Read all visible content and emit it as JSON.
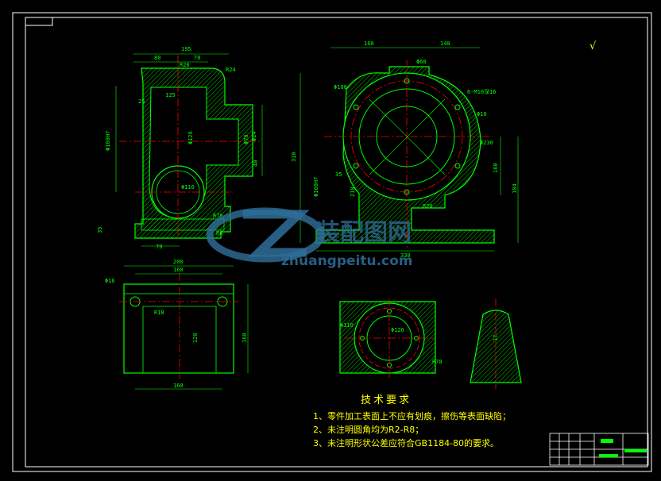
{
  "colors": {
    "background": "#000000",
    "frame": "#ffffff",
    "outline": "#00ff00",
    "hatch": "#00cc00",
    "centerline": "#ff0000",
    "notes": "#ffff00",
    "watermark": "#2f6f9a"
  },
  "front_view_dims": [
    "195",
    "80",
    "70",
    "R20",
    "R24",
    "125",
    "25",
    "Φ160H7",
    "Φ126",
    "Φ78",
    "Φ110",
    "R78",
    "35",
    "70",
    "R8",
    "40",
    "Φ24"
  ],
  "side_view_dims": [
    "160",
    "140",
    "Φ60",
    "Φ100",
    "6-M10深16",
    "Φ10",
    "Φ230",
    "310",
    "35",
    "Φ160H7",
    "210",
    "R20",
    "160",
    "184",
    "330"
  ],
  "top_view_dims": [
    "200",
    "160",
    "Φ16",
    "R18",
    "120",
    "160",
    "160"
  ],
  "section_view_dims": [
    "Φ110",
    "Φ126",
    "R78"
  ],
  "rib_dims": [
    "17"
  ],
  "roughness_symbol": "√",
  "tech_requirements": {
    "title": "技术要求",
    "items": [
      "1、零件加工表面上不应有划痕，擦伤等表面缺陷；",
      "2、未注明圆角均为R2-R8；",
      "3、未注明形状公差应符合GB1184-80的要求。"
    ]
  },
  "watermark": {
    "cn_text": "装配图网",
    "url": "zhuangpeitu.com"
  }
}
